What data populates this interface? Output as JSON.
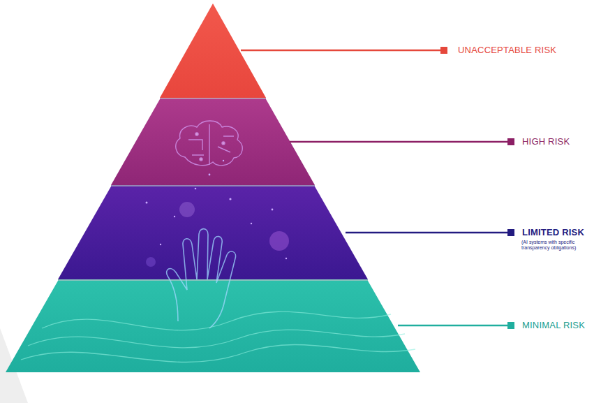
{
  "diagram": {
    "labels": [
      "UNACCEPTABLE RISK",
      "HIGH RISK",
      "LIMITED RISK",
      "(AI systems with specific transparency obligations)",
      "MINIMAL RISK"
    ]
  }
}
